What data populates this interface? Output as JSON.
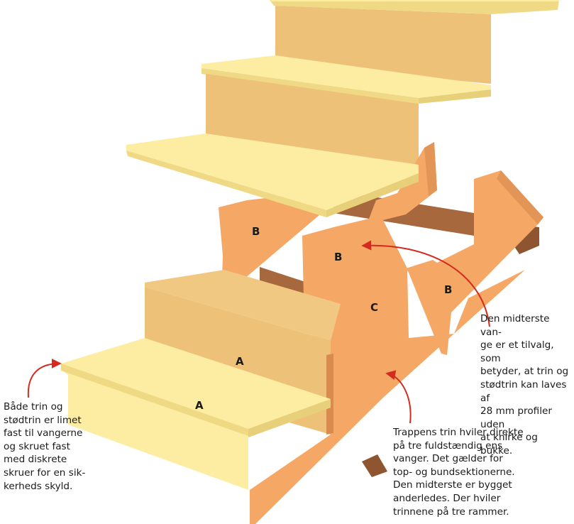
{
  "labels": {
    "tread_bottom": "A",
    "riser_bottom": "A",
    "stringer_left": "B",
    "stringer_middle": "B",
    "stringer_right": "B",
    "crossbeam": "C"
  },
  "notes": {
    "left": "Både trin og\nstødtrin er limet\nfast til vangerne\nog skruet fast\nmed diskrete\nskruer for en sik-\nkerheds skyld.",
    "right": "Den midterste van-\nge er et tilvalg, som\nbetyder, at trin og\nstødtrin kan laves af\n28 mm profiler uden\nat knirke og bukke.",
    "bottom": "Trappens trin hviler direkte\npå tre fuldstændig ens\nvanger. Det gælder for\ntop- og bundsektionerne.\nDen midterste er bygget\nanderledes. Der hviler\ntrinnene på tre rammer."
  },
  "colors": {
    "tread_top": "#FDEDA2",
    "tread_edge": "#EFD985",
    "riser": "#EDC178",
    "stringer": "#F5A865",
    "stringer_dark": "#D98A4E",
    "beam": "#A8683D",
    "arrow": "#D42B1E",
    "text": "#1a1a1a"
  }
}
